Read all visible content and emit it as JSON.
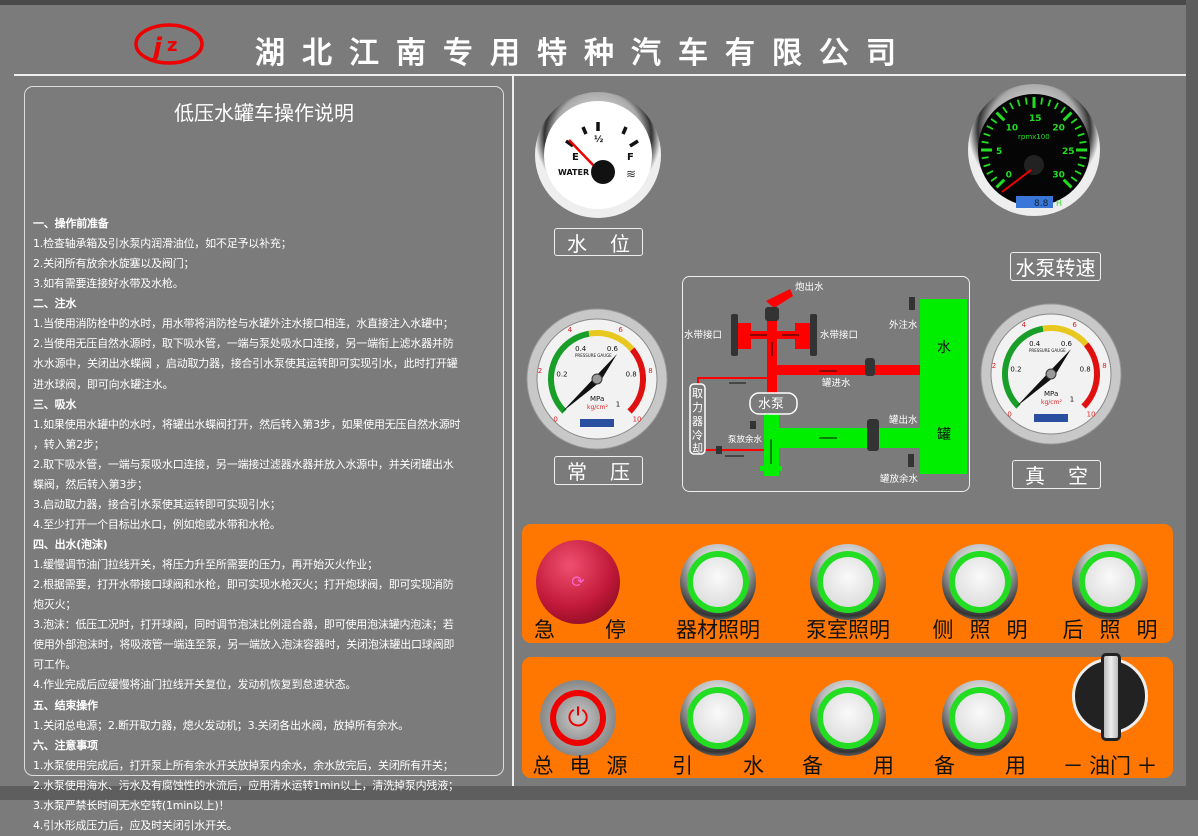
{
  "header": {
    "company": "湖北江南专用特种汽车有限公司",
    "logo_text": "jz"
  },
  "instructions": {
    "title": "低压水罐车操作说明",
    "lines": [
      {
        "t": "一、操作前准备",
        "h": true
      },
      {
        "t": "1.检查轴承箱及引水泵内润滑油位，如不足予以补充；"
      },
      {
        "t": "2.关闭所有放余水旋塞以及阀门；"
      },
      {
        "t": "3.如有需要连接好水带及水枪。"
      },
      {
        "t": "二、注水",
        "h": true
      },
      {
        "t": "1.当使用消防栓中的水时，用水带将消防栓与水罐外注水接口相连，水直接注入水罐中；"
      },
      {
        "t": "2.当使用无压自然水源时，取下吸水管，一端与泵处吸水口连接，另一端衔上滤水器并防"
      },
      {
        "t": "水水源中，关闭出水蝶阀 ，启动取力器，接合引水泵使其运转即可实现引水，此时打开罐"
      },
      {
        "t": "进水球阀，即可向水罐注水。"
      },
      {
        "t": "三、吸水",
        "h": true
      },
      {
        "t": "1.如果使用水罐中的水时，将罐出水蝶阀打开，然后转入第3步，如果使用无压自然水源时"
      },
      {
        "t": "，转入第2步；"
      },
      {
        "t": "2.取下吸水管，一端与泵吸水口连接，另一端接过滤器水器并放入水源中，并关闭罐出水"
      },
      {
        "t": "蝶阀，然后转入第3步；"
      },
      {
        "t": "3.启动取力器，接合引水泵使其运转即可实现引水；"
      },
      {
        "t": "4.至少打开一个目标出水口，例如炮或水带和水枪。"
      },
      {
        "t": "四、出水(泡沫)",
        "h": true
      },
      {
        "t": "1.缓慢调节油门拉线开关，将压力升至所需要的压力，再开始灭火作业；"
      },
      {
        "t": "2.根据需要，打开水带接口球阀和水枪，即可实现水枪灭火；打开炮球阀，即可实现消防"
      },
      {
        "t": "炮灭火；"
      },
      {
        "t": "3.泡沫：低压工况时，打开球阀，同时调节泡沫比例混合器，即可使用泡沫罐内泡沫；若"
      },
      {
        "t": "使用外部泡沫时，将吸液管一端连至泵，另一端放入泡沫容器时，关闭泡沫罐出口球阀即"
      },
      {
        "t": "可工作。"
      },
      {
        "t": "4.作业完成后应缓慢将油门拉线开关复位，发动机恢复到怠速状态。"
      },
      {
        "t": "五、结束操作",
        "h": true
      },
      {
        "t": "1.关闭总电源；2.断开取力器，熄火发动机；3.关闭各出水阀，放掉所有余水。"
      },
      {
        "t": "六、注意事项",
        "h": true
      },
      {
        "t": "1.水泵使用完成后，打开泵上所有余水开关放掉泵内余水，余水放完后，关闭所有开关；"
      },
      {
        "t": "2.水泵使用海水、污水及有腐蚀性的水流后，应用清水运转1min以上，清洗掉泵内残液；"
      },
      {
        "t": "3.水泵严禁长时间无水空转(1min以上)！"
      },
      {
        "t": "4.引水形成压力后，应及时关闭引水开关。"
      }
    ]
  },
  "gauges": {
    "water": {
      "label": [
        "水",
        "位"
      ],
      "e": "E",
      "half": "½",
      "f": "F",
      "name": "WATER",
      "level_fraction": 0.0
    },
    "rpm": {
      "label": "水泵转速",
      "unit": "rpmx100",
      "ticks": [
        "0",
        "5",
        "10",
        "15",
        "20",
        "25",
        "30"
      ],
      "value": 0,
      "hours": "8.8",
      "hours_unit": "H"
    },
    "pressure": {
      "label": [
        "常",
        "压"
      ],
      "value_mpa": 0
    },
    "vacuum": {
      "label": [
        "真",
        "空"
      ],
      "value_mpa": 0
    },
    "dial": {
      "mpa_ticks": [
        "0.2",
        "0.4",
        "0.6",
        "0.8",
        "1"
      ],
      "kg_ticks": [
        "0",
        "2",
        "4",
        "6",
        "8",
        "10"
      ],
      "unit1": "MPa",
      "unit2": "kg/cm²",
      "caption": "PRESSURE GAUGE"
    }
  },
  "diagram": {
    "cannon_out": "炮出水",
    "hose_left": "水带接口",
    "hose_right": "水带接口",
    "external_fill": "外注水",
    "tank_in": "罐进水",
    "tank_out": "罐出水",
    "pump": "水泵",
    "pump_drain": "泵放余水",
    "tank_drain": "罐放余水",
    "cooling": [
      "取",
      "力",
      "器",
      "冷",
      "却"
    ],
    "tank": [
      "水",
      "罐"
    ],
    "colors": {
      "pressure": "#ff0000",
      "suction": "#00ee00"
    }
  },
  "controls": {
    "row1": [
      {
        "label": [
          "急",
          "停"
        ],
        "type": "estop"
      },
      {
        "label": [
          "器材照明"
        ],
        "type": "lamp"
      },
      {
        "label": [
          "泵室照明"
        ],
        "type": "lamp"
      },
      {
        "label": [
          "侧",
          "照",
          "明"
        ],
        "type": "lamp"
      },
      {
        "label": [
          "后",
          "照",
          "明"
        ],
        "type": "lamp"
      }
    ],
    "row2": [
      {
        "label": [
          "总",
          "电",
          "源"
        ],
        "type": "power"
      },
      {
        "label": [
          "引",
          "水"
        ],
        "type": "lamp"
      },
      {
        "label": [
          "备",
          "用"
        ],
        "type": "lamp"
      },
      {
        "label": [
          "备",
          "用"
        ],
        "type": "lamp"
      },
      {
        "label": [
          "－",
          "油门",
          "＋"
        ],
        "type": "knob"
      }
    ]
  }
}
